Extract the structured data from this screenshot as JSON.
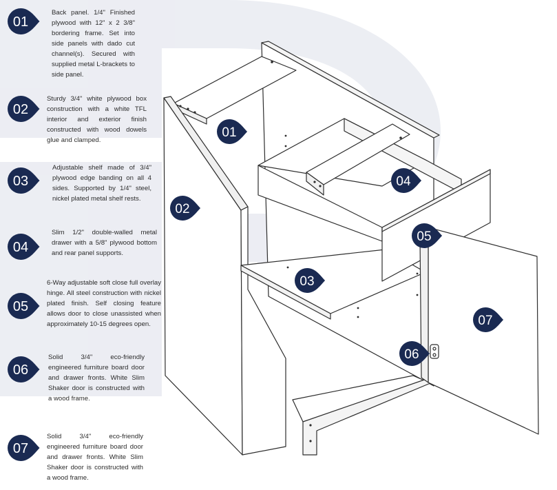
{
  "colors": {
    "marker_fill": "#1a2a52",
    "marker_text": "#ffffff",
    "line": "#2d2d2d",
    "watermark": "#e9ebf1"
  },
  "legend": [
    {
      "num": "01",
      "text": "Back panel. 1/4\" Finished plywood with 12\" x 2 3/8\" bordering frame. Set into side panels with dado cut channel(s). Secured with supplied metal L-brackets to side panel."
    },
    {
      "num": "02",
      "text": "Sturdy 3/4\" white plywood box construction with a white TFL interior and exterior finish constructed with wood dowels glue and clamped."
    },
    {
      "num": "03",
      "text": "Adjustable shelf made of 3/4\" plywood edge banding on all 4 sides. Supported by 1/4\" steel, nickel plated metal shelf rests."
    },
    {
      "num": "04",
      "text": "Slim 1/2\" double-walled metal drawer with a 5/8\" plywood bottom and rear panel supports."
    },
    {
      "num": "05",
      "text": "6-Way adjustable soft close full overlay hinge. All steel construction with nickel plated finish. Self closing feature allows door to close unassisted when approximately 10-15 degrees open."
    },
    {
      "num": "06",
      "text": "Solid 3/4\" eco-friendly engineered furniture board door and drawer fronts. White Slim Shaker door is constructed with a wood frame."
    },
    {
      "num": "07",
      "text": "Solid 3/4\" eco-friendly engineered furniture board door and drawer fronts. White Slim Shaker door is constructed with a wood frame."
    }
  ],
  "callouts": [
    "01",
    "02",
    "03",
    "04",
    "05",
    "06",
    "07"
  ]
}
